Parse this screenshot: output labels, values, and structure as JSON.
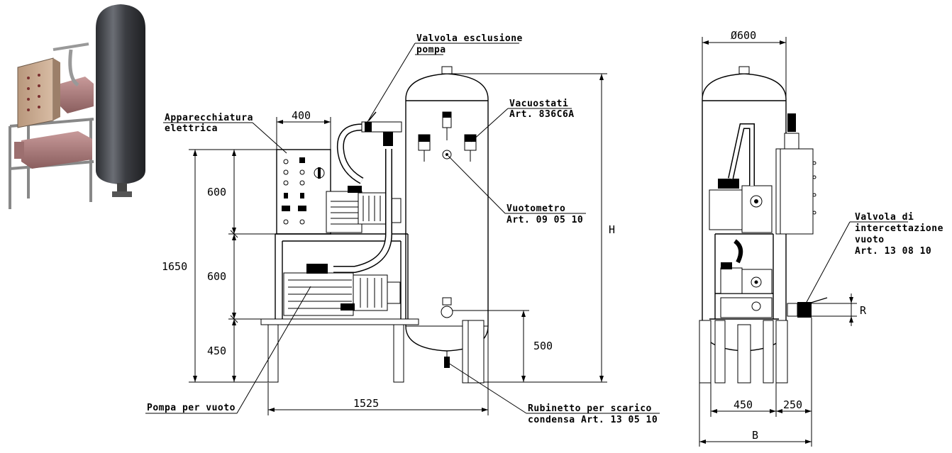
{
  "dimensions": {
    "d400": "400",
    "d600_top": "600",
    "d600_mid": "600",
    "d450_left": "450",
    "d1650": "1650",
    "d1525": "1525",
    "d500": "500",
    "dH": "H",
    "d600_dia": "Ø600",
    "d450_side": "450",
    "d250": "250",
    "dB": "B",
    "dR": "R"
  },
  "labels": {
    "valvola_esclusione": [
      "Valvola esclusione",
      "pompa"
    ],
    "apparecchiatura": [
      "Apparecchiatura",
      "elettrica"
    ],
    "vacuostati": [
      "Vacuostati",
      "Art. 836C6A"
    ],
    "vuotometro": [
      "Vuotometro",
      "Art. 09 05 10"
    ],
    "pompa_vuoto": [
      "Pompa per vuoto"
    ],
    "rubinetto": [
      "Rubinetto per scarico",
      "condensa Art. 13 05 10"
    ],
    "valvola_intercettazione": [
      "Valvola di",
      "intercettazione",
      "vuoto",
      "Art. 13 08 10"
    ]
  },
  "colors": {
    "line": "#000000",
    "tank_dark": "#3d3f44",
    "panel_tan": "#c9a98e",
    "pump_rose": "#b08080",
    "frame_grey": "#8a8a8a"
  }
}
